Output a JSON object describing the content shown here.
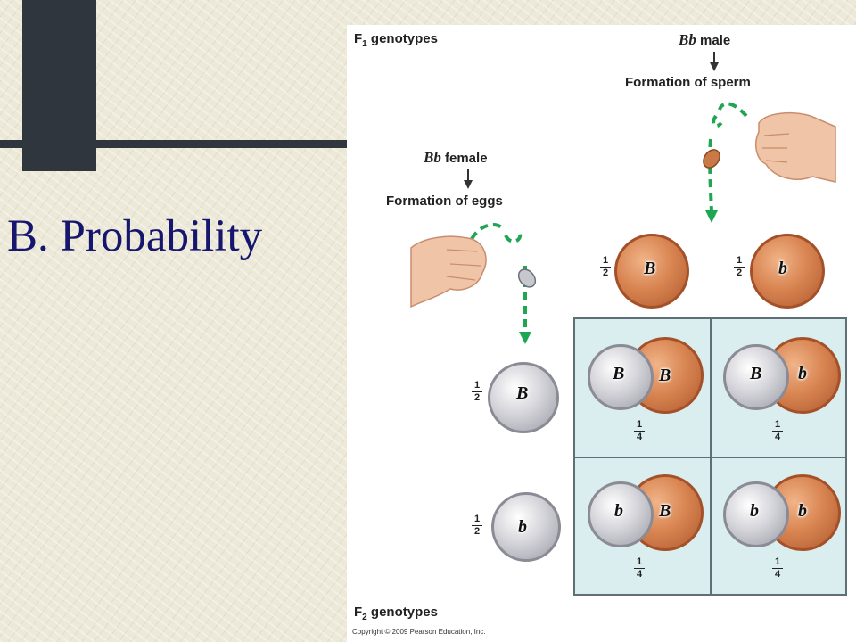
{
  "slide": {
    "title": "B. Probability"
  },
  "figure": {
    "f1_label": {
      "prefix": "F",
      "sub": "1",
      "suffix": " genotypes"
    },
    "f2_label": {
      "prefix": "F",
      "sub": "2",
      "suffix": " genotypes"
    },
    "male": {
      "genotype": "Bb",
      "sex": " male",
      "process": "Formation of sperm"
    },
    "female": {
      "genotype": "Bb",
      "sex": " female",
      "process": "Formation of eggs"
    },
    "sperm": [
      {
        "allele": "B",
        "prob_num": "1",
        "prob_den": "2"
      },
      {
        "allele": "b",
        "prob_num": "1",
        "prob_den": "2"
      }
    ],
    "eggs": [
      {
        "allele": "B",
        "prob_num": "1",
        "prob_den": "2"
      },
      {
        "allele": "b",
        "prob_num": "1",
        "prob_den": "2"
      }
    ],
    "punnett": [
      {
        "egg": "B",
        "sperm": "B",
        "prob_num": "1",
        "prob_den": "4"
      },
      {
        "egg": "B",
        "sperm": "b",
        "prob_num": "1",
        "prob_den": "4"
      },
      {
        "egg": "b",
        "sperm": "B",
        "prob_num": "1",
        "prob_den": "4"
      },
      {
        "egg": "b",
        "sperm": "b",
        "prob_num": "1",
        "prob_den": "4"
      }
    ],
    "copyright": "Copyright © 2009 Pearson Education, Inc."
  },
  "colors": {
    "title": "#16166e",
    "arrow": "#1fa653",
    "grid_bg": "#dbeeef",
    "dark_bar": "#2f363d"
  }
}
